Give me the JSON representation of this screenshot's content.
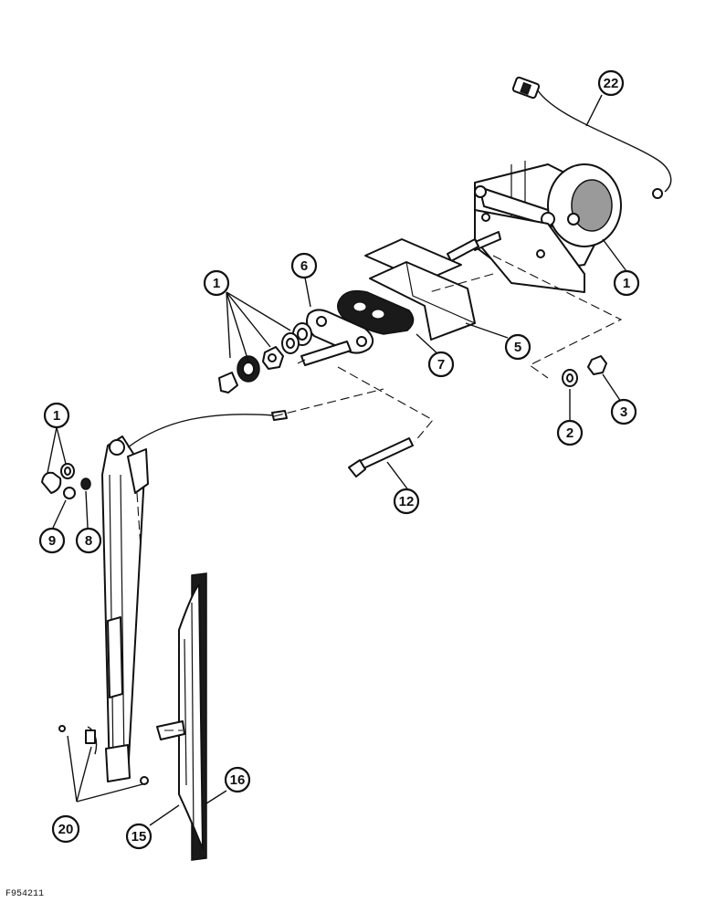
{
  "figure": {
    "code": "F954211"
  },
  "callouts": [
    {
      "id": "c22",
      "label": "22"
    },
    {
      "id": "c1-motor",
      "label": "1"
    },
    {
      "id": "c1-hardware",
      "label": "1"
    },
    {
      "id": "c6",
      "label": "6"
    },
    {
      "id": "c5",
      "label": "5"
    },
    {
      "id": "c7",
      "label": "7"
    },
    {
      "id": "c2",
      "label": "2"
    },
    {
      "id": "c3",
      "label": "3"
    },
    {
      "id": "c1-arm",
      "label": "1"
    },
    {
      "id": "c9",
      "label": "9"
    },
    {
      "id": "c8",
      "label": "8"
    },
    {
      "id": "c12",
      "label": "12"
    },
    {
      "id": "c16",
      "label": "16"
    },
    {
      "id": "c15",
      "label": "15"
    },
    {
      "id": "c20",
      "label": "20"
    }
  ]
}
